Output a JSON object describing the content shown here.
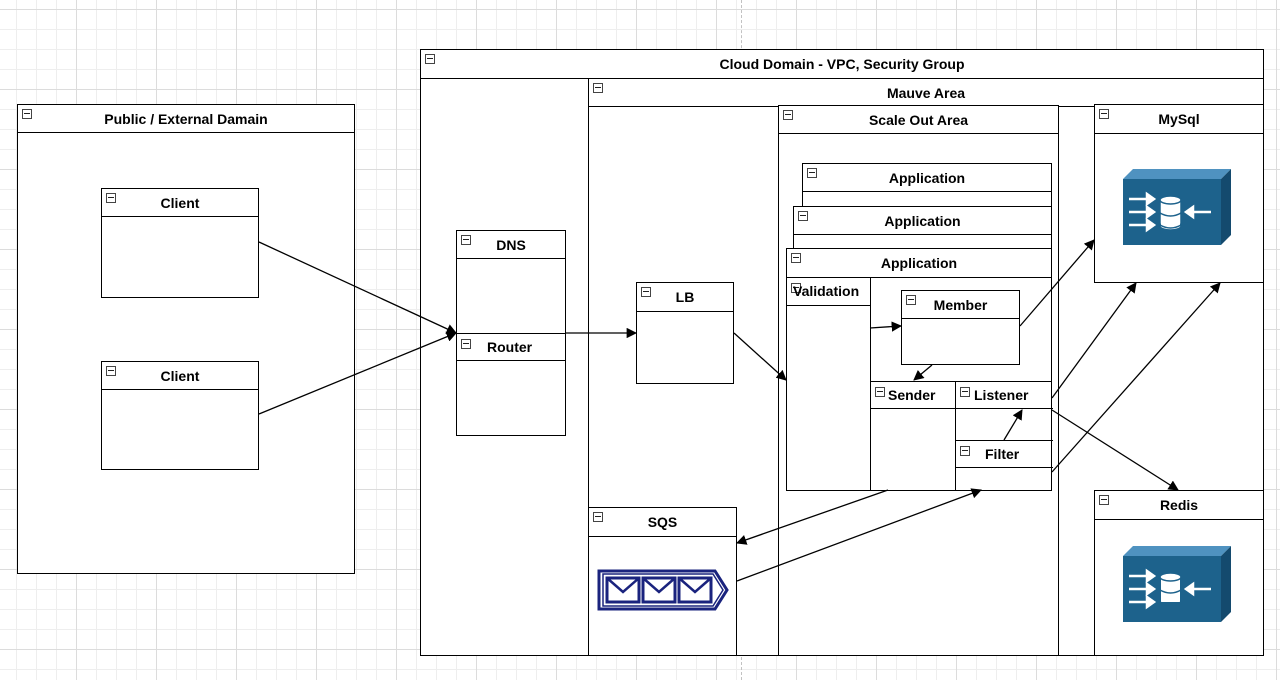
{
  "diagram": {
    "public_domain": {
      "title": "Public / External Damain"
    },
    "client_1": {
      "title": "Client"
    },
    "client_2": {
      "title": "Client"
    },
    "cloud_domain": {
      "title": "Cloud Domain - VPC, Security Group"
    },
    "mauve_area": {
      "title": "Mauve Area"
    },
    "dns": {
      "title": "DNS",
      "router": "Router"
    },
    "lb": {
      "title": "LB"
    },
    "scale_out": {
      "title": "Scale Out Area"
    },
    "applications": [
      "Application",
      "Application",
      "Application"
    ],
    "validation": {
      "title": "Validation"
    },
    "member": {
      "title": "Member"
    },
    "sender": {
      "title": "Sender"
    },
    "listener": {
      "title": "Listener"
    },
    "filter": {
      "title": "Filter"
    },
    "sqs": {
      "title": "SQS"
    },
    "mysql": {
      "title": "MySql"
    },
    "redis": {
      "title": "Redis"
    }
  },
  "colors": {
    "db_icon": "#1d628c",
    "queue_icon": "#1a237e",
    "line": "#000000",
    "grid": "#dcdcdc"
  }
}
